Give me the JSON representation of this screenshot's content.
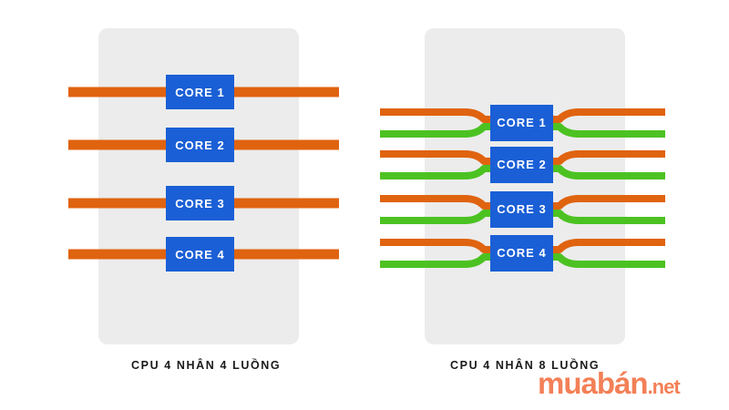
{
  "panels": [
    {
      "id": "left",
      "caption": "CPU 4 NHÂN 4 LUỒNG",
      "cores": [
        "CORE 1",
        "CORE 2",
        "CORE 3",
        "CORE 4"
      ]
    },
    {
      "id": "right",
      "caption": "CPU 4 NHÂN 8 LUỒNG",
      "cores": [
        "CORE 1",
        "CORE 2",
        "CORE 3",
        "CORE 4"
      ]
    }
  ],
  "watermark": {
    "main": "muabán",
    "suffix": ".net"
  },
  "colors": {
    "panel_bg": "#ececec",
    "core_fill": "#1a5fd6",
    "thread_orange": "#e0630f",
    "thread_green": "#4cc222",
    "watermark": "#f26b3a"
  }
}
